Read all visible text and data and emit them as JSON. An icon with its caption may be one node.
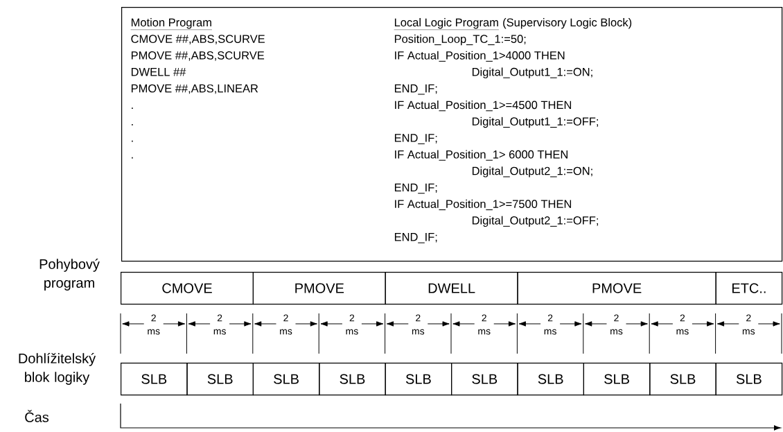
{
  "diagram": {
    "nodes": [
      {
        "text": [
          "Motion Program",
          "CMOVE ##,ABS,SCURVE",
          "PMOVE ##,ABS,SCURVE",
          "DWELL ##",
          "PMOVE ##,ABS,LINEAR",
          ".",
          ".",
          ".",
          ".",
          "Local Logic Program",
          "(Supervisory Logic Block)",
          "Position_Loop_TC_1:=50;",
          "IF Actual_Position_1>4000 THEN",
          "Digital_Output1_1:=ON;",
          "END_IF;",
          "IF Actual_Position_1>=4500 THEN",
          "Digital_Output1_1:=OFF;",
          "END_IF;",
          "IF Actual_Position_1> 6000 THEN",
          "Digital_Output2_1:=ON;",
          "END_IF;",
          "IF Actual_Position_1>=7500 THEN",
          "Digital_Output2_1:=OFF;",
          "END_IF;"
        ]
      },
      {
        "text": [
          "CMOVE"
        ]
      },
      {
        "text": [
          "PMOVE"
        ]
      },
      {
        "text": [
          "DWELL"
        ]
      },
      {
        "text": [
          "PMOVE"
        ]
      },
      {
        "text": [
          "ETC.."
        ]
      },
      {
        "text": [
          "SLB"
        ]
      },
      {
        "text": [
          "SLB"
        ]
      },
      {
        "text": [
          "SLB"
        ]
      },
      {
        "text": [
          "SLB"
        ]
      },
      {
        "text": [
          "SLB"
        ]
      },
      {
        "text": [
          "SLB"
        ]
      },
      {
        "text": [
          "SLB"
        ]
      },
      {
        "text": [
          "SLB"
        ]
      },
      {
        "text": [
          "SLB"
        ]
      },
      {
        "text": [
          "SLB"
        ]
      }
    ],
    "labels": [
      "Pohybový program",
      "2 ms",
      "2 ms",
      "2 ms",
      "2 ms",
      "2 ms",
      "2 ms",
      "2 ms",
      "2 ms",
      "2 ms",
      "2 ms",
      "Dohlížitelský blok logiky",
      "Čas"
    ]
  }
}
